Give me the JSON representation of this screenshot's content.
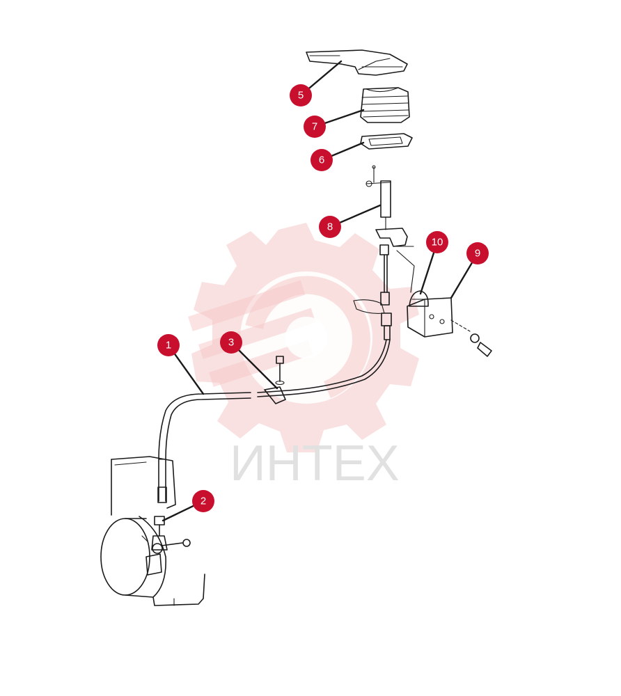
{
  "watermark": {
    "text": "ИНТЕХ",
    "logo_icon": "gear-logo-icon",
    "logo_color": "#f2c4c4",
    "text_color": "#c9c9c9"
  },
  "callout_color": "#c8102e",
  "callouts": [
    {
      "id": "1",
      "label": "1"
    },
    {
      "id": "2",
      "label": "2"
    },
    {
      "id": "3",
      "label": "3"
    },
    {
      "id": "5",
      "label": "5"
    },
    {
      "id": "6",
      "label": "6"
    },
    {
      "id": "7",
      "label": "7"
    },
    {
      "id": "8",
      "label": "8"
    },
    {
      "id": "9",
      "label": "9"
    },
    {
      "id": "10",
      "label": "10"
    }
  ]
}
